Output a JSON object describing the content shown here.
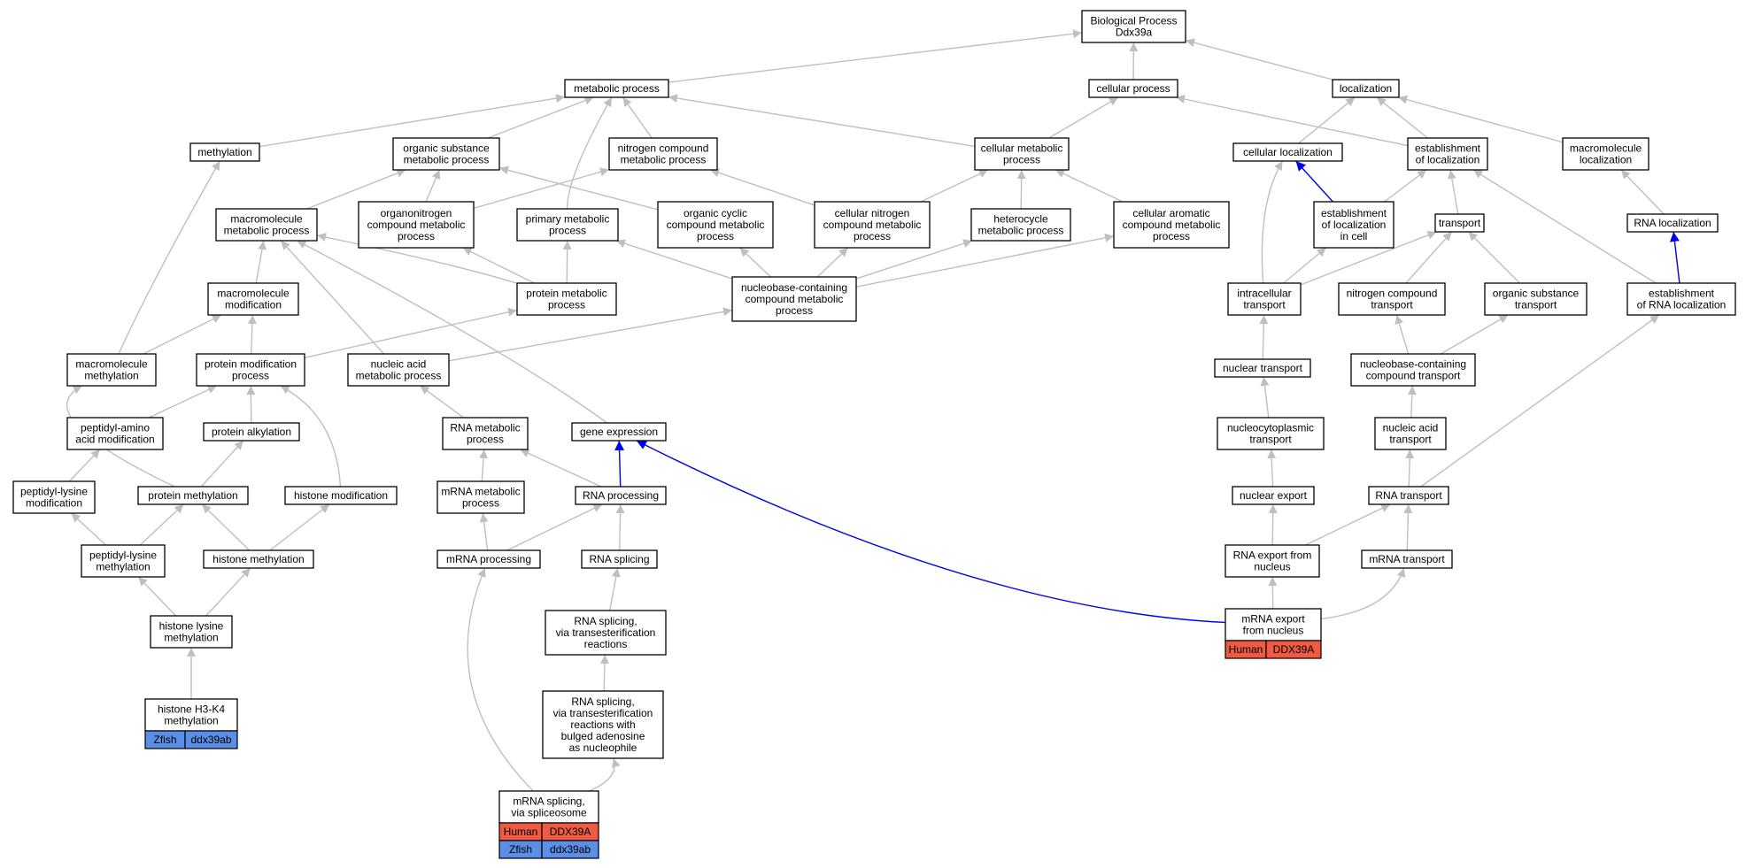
{
  "colors": {
    "edge": "#bfbfbf",
    "highlight_edge": "#0000ee",
    "human": "#ef5a43",
    "zfish": "#5b8ee6"
  },
  "nodes": {
    "bp": "Biological Process\nDdx39a",
    "metabolic_process": "metabolic process",
    "cellular_process": "cellular process",
    "localization": "localization",
    "methylation": "methylation",
    "organic_substance_metabolic": "organic substance\nmetabolic process",
    "nitrogen_compound_metabolic": "nitrogen compound\nmetabolic process",
    "cellular_metabolic": "cellular metabolic\nprocess",
    "cellular_localization": "cellular localization",
    "establishment_of_localization": "establishment\nof localization",
    "macromolecule_localization": "macromolecule\nlocalization",
    "macromolecule_metabolic": "macromolecule\nmetabolic process",
    "organonitrogen_compound_metabolic": "organonitrogen\ncompound metabolic\nprocess",
    "primary_metabolic": "primary metabolic\nprocess",
    "organic_cyclic_compound_metabolic": "organic cyclic\ncompound metabolic\nprocess",
    "cellular_nitrogen_compound_metabolic": "cellular nitrogen\ncompound metabolic\nprocess",
    "heterocycle_metabolic": "heterocycle\nmetabolic process",
    "cellular_aromatic_compound_metabolic": "cellular aromatic\ncompound metabolic\nprocess",
    "establishment_of_localization_in_cell": "establishment\nof localization\nin cell",
    "transport": "transport",
    "rna_localization": "RNA localization",
    "macromolecule_modification": "macromolecule\nmodification",
    "protein_metabolic": "protein metabolic\nprocess",
    "nucleobase_containing_compound_metabolic": "nucleobase-containing\ncompound metabolic\nprocess",
    "intracellular_transport": "intracellular\ntransport",
    "nitrogen_compound_transport": "nitrogen compound\ntransport",
    "organic_substance_transport": "organic substance\ntransport",
    "establishment_of_rna_localization": "establishment\nof RNA localization",
    "macromolecule_methylation": "macromolecule\nmethylation",
    "protein_modification_process": "protein modification\nprocess",
    "nucleic_acid_metabolic": "nucleic acid\nmetabolic process",
    "nuclear_transport": "nuclear transport",
    "nucleobase_containing_compound_transport": "nucleobase-containing\ncompound transport",
    "peptidyl_amino_acid_modification": "peptidyl-amino\nacid modification",
    "protein_alkylation": "protein alkylation",
    "rna_metabolic": "RNA metabolic\nprocess",
    "gene_expression": "gene expression",
    "nucleocytoplasmic_transport": "nucleocytoplasmic\ntransport",
    "nucleic_acid_transport": "nucleic acid\ntransport",
    "peptidyl_lysine_modification": "peptidyl-lysine\nmodification",
    "protein_methylation": "protein methylation",
    "histone_modification": "histone modification",
    "mrna_metabolic": "mRNA metabolic\nprocess",
    "rna_processing": "RNA processing",
    "nuclear_export": "nuclear export",
    "rna_transport": "RNA transport",
    "peptidyl_lysine_methylation": "peptidyl-lysine\nmethylation",
    "histone_methylation": "histone methylation",
    "mrna_processing": "mRNA processing",
    "rna_splicing": "RNA splicing",
    "rna_export_from_nucleus": "RNA export from\nnucleus",
    "mrna_transport": "mRNA transport",
    "histone_lysine_methylation": "histone lysine\nmethylation",
    "rna_splicing_transesterification": "RNA splicing,\nvia transesterification\nreactions",
    "mrna_export_from_nucleus": "mRNA export\nfrom nucleus",
    "histone_h3k4_methylation": "histone H3-K4\nmethylation",
    "rna_splicing_bulged_adenosine": "RNA splicing,\nvia transesterification\nreactions with\nbulged adenosine\nas nucleophile",
    "mrna_splicing_spliceosome": "mRNA splicing,\nvia spliceosome"
  },
  "annotations": {
    "mrna_export_from_nucleus": [
      {
        "species": "Human",
        "gene": "DDX39A",
        "color": "#ef5a43"
      }
    ],
    "histone_h3k4_methylation": [
      {
        "species": "Zfish",
        "gene": "ddx39ab",
        "color": "#5b8ee6"
      }
    ],
    "mrna_splicing_spliceosome": [
      {
        "species": "Human",
        "gene": "DDX39A",
        "color": "#ef5a43"
      },
      {
        "species": "Zfish",
        "gene": "ddx39ab",
        "color": "#5b8ee6"
      }
    ]
  }
}
